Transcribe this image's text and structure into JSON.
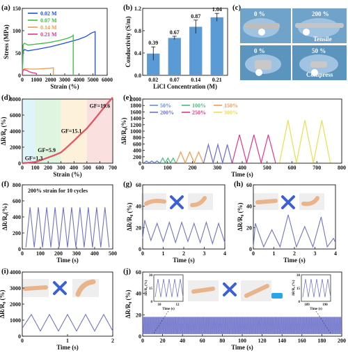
{
  "panel_labels": [
    "(a)",
    "(b)",
    "(c)",
    "(d)",
    "(e)",
    "(f)",
    "(g)",
    "(h)",
    "(i)",
    "(j)"
  ],
  "colors": {
    "blue": "#1f4fe0",
    "green": "#3cbf3c",
    "orange": "#f39a4a",
    "pink": "#e8338a",
    "bar": "#5b9bd5",
    "signal": "#6f74c9"
  },
  "chart_data": [
    {
      "id": "a",
      "type": "line",
      "xlabel": "Strain (%)",
      "ylabel": "Stress (MPa)",
      "xlim": [
        0,
        6000
      ],
      "ylim": [
        0,
        150
      ],
      "xticks": [
        0,
        1000,
        2000,
        3000,
        4000,
        5000,
        6000
      ],
      "yticks": [
        0,
        50,
        100,
        150
      ],
      "legend": "top-left",
      "series": [
        {
          "name": "0.02 M",
          "color": "#1f4fe0",
          "x": [
            0,
            60,
            150,
            400,
            1000,
            2000,
            3000,
            4000,
            4500,
            4900,
            5150,
            5150
          ],
          "y": [
            0,
            52,
            58,
            55,
            58,
            64,
            72,
            81,
            87,
            95,
            98,
            0
          ]
        },
        {
          "name": "0.07 M",
          "color": "#3cbf3c",
          "x": [
            0,
            60,
            150,
            400,
            1000,
            1800,
            2600,
            3200,
            3500,
            3600,
            3600
          ],
          "y": [
            0,
            68,
            72,
            68,
            70,
            73,
            78,
            83,
            87,
            90,
            0
          ]
        },
        {
          "name": "0.14 M",
          "color": "#f39a4a",
          "x": [
            0,
            60,
            150,
            500,
            1000,
            1500,
            2000,
            2200,
            2200
          ],
          "y": [
            0,
            13,
            15,
            14,
            14,
            15,
            16,
            17,
            0
          ]
        },
        {
          "name": "0.21 M",
          "color": "#e8338a",
          "x": [
            0,
            50,
            120,
            300,
            500,
            700,
            900,
            1000,
            1000
          ],
          "y": [
            0,
            11,
            13,
            11,
            8,
            6,
            5,
            4,
            0
          ]
        }
      ]
    },
    {
      "id": "b",
      "type": "bar",
      "xlabel": "LiCl Concentration (M)",
      "ylabel": "Conductivity (S/m)",
      "categories": [
        "0.02",
        "0.07",
        "0.14",
        "0.21"
      ],
      "values": [
        0.39,
        0.67,
        0.87,
        1.04
      ],
      "labels": [
        "0.39",
        "0.67",
        "0.87",
        "1.04"
      ],
      "errors": [
        0.12,
        0.03,
        0.12,
        0.07
      ],
      "ylim": [
        0,
        1.2
      ],
      "yticks": [
        "0.0",
        "0.4",
        "0.8",
        "1.2"
      ]
    },
    {
      "id": "d",
      "type": "line",
      "xlabel": "Strain (%)",
      "ylabel": "ΔR/R₀ (%)",
      "xlim": [
        0,
        700
      ],
      "ylim": [
        0,
        8000
      ],
      "xticks": [
        0,
        100,
        200,
        300,
        400,
        500,
        600,
        700
      ],
      "yticks": [
        0,
        2000,
        4000,
        6000,
        8000
      ],
      "regions": [
        {
          "x0": 0,
          "x1": 100,
          "color": "#dff4f9"
        },
        {
          "x0": 100,
          "x1": 300,
          "color": "#dff5df"
        },
        {
          "x0": 300,
          "x1": 500,
          "color": "#fdf1db"
        },
        {
          "x0": 500,
          "x1": 700,
          "color": "#fbe0e0"
        }
      ],
      "annotations": [
        {
          "text": "GF=1.3",
          "x": 20,
          "y": 400
        },
        {
          "text": "GF=5.9",
          "x": 120,
          "y": 1400
        },
        {
          "text": "GF=15.1",
          "x": 300,
          "y": 3800
        },
        {
          "text": "GF=19.6",
          "x": 520,
          "y": 6900
        }
      ],
      "x": [
        0,
        50,
        100,
        150,
        200,
        250,
        300,
        350,
        400,
        450,
        500,
        550,
        600,
        650,
        700
      ],
      "y": [
        0,
        70,
        150,
        420,
        700,
        1000,
        1350,
        2050,
        2800,
        3600,
        4350,
        5300,
        6300,
        7300,
        8200
      ]
    },
    {
      "id": "e",
      "type": "line",
      "xlabel": "Time (s)",
      "ylabel": "ΔR/R₀(%)",
      "xlim": [
        0,
        800
      ],
      "ylim": [
        0,
        2000
      ],
      "xticks": [
        0,
        100,
        200,
        300,
        400,
        500,
        600,
        700,
        800
      ],
      "yticks": [
        0,
        200,
        400,
        600,
        800,
        1000,
        1200,
        1400,
        1600,
        1800,
        2000
      ],
      "legend": "top",
      "series": [
        {
          "name": "50%",
          "color": "#5a8fd6",
          "start": 5,
          "period": 21,
          "cycles": 3,
          "peak": 70
        },
        {
          "name": "100%",
          "color": "#3cbf7c",
          "start": 70,
          "period": 21,
          "cycles": 3,
          "peak": 160
        },
        {
          "name": "150%",
          "color": "#f39a4a",
          "start": 135,
          "period": 36,
          "cycles": 3,
          "peak": 350
        },
        {
          "name": "200%",
          "color": "#6b6fd4",
          "start": 245,
          "period": 38,
          "cycles": 3,
          "peak": 580
        },
        {
          "name": "250%",
          "color": "#e8338a",
          "start": 360,
          "period": 58,
          "cycles": 3,
          "peak": 890
        },
        {
          "name": "300%",
          "color": "#e8e04a",
          "start": 550,
          "period": 68,
          "cycles": 3,
          "peak": 1340
        }
      ]
    },
    {
      "id": "f",
      "type": "line",
      "title": "200% strain for 10 cycles",
      "xlabel": "Time (s)",
      "ylabel": "ΔR/R₀(%)",
      "xlim": [
        0,
        500
      ],
      "ylim": [
        0,
        800
      ],
      "xticks": [
        0,
        100,
        200,
        300,
        400,
        500
      ],
      "yticks": [
        0,
        200,
        400,
        600,
        800
      ],
      "start": 20,
      "period": 46,
      "cycles": 10,
      "peak": 520,
      "base": 20
    },
    {
      "id": "g",
      "type": "line",
      "xlabel": "Time (s)",
      "ylabel": "ΔR/R₀ (%)",
      "xlim": [
        0,
        4
      ],
      "ylim": [
        0,
        60
      ],
      "xticks": [
        0,
        1,
        2,
        3,
        4
      ],
      "yticks": [
        0,
        20,
        40,
        60
      ],
      "x": [
        0,
        0.1,
        0.4,
        0.7,
        1.0,
        1.3,
        1.6,
        1.9,
        2.2,
        2.5,
        2.8,
        3.1,
        3.4,
        3.7,
        4.0
      ],
      "y": [
        10,
        27,
        8,
        24,
        7,
        25,
        6,
        25,
        7,
        24,
        6,
        25,
        5,
        24,
        6
      ]
    },
    {
      "id": "h",
      "type": "line",
      "xlabel": "Time (s)",
      "ylabel": "ΔR/R₀ (%)",
      "xlim": [
        0,
        4
      ],
      "ylim": [
        0,
        60
      ],
      "xticks": [
        0,
        1,
        2,
        3,
        4
      ],
      "yticks": [
        0,
        20,
        40,
        60
      ],
      "x": [
        0,
        0.1,
        0.5,
        0.9,
        1.3,
        1.7,
        2.1,
        2.5,
        2.9,
        3.3,
        3.6,
        3.9,
        4.0
      ],
      "y": [
        2,
        24,
        2,
        18,
        2,
        32,
        2,
        21,
        2,
        30,
        2,
        10,
        6
      ]
    },
    {
      "id": "i",
      "type": "line",
      "xlabel": "Time (s)",
      "ylabel": "ΔR/R₀ (%)",
      "xlim": [
        0,
        2
      ],
      "ylim": [
        0,
        4000
      ],
      "xticks": [
        0,
        1,
        2
      ],
      "yticks": [
        0,
        1000,
        2000,
        3000,
        4000
      ],
      "x": [
        0,
        0.0,
        0.2,
        0.4,
        0.6,
        0.8,
        1.0,
        1.2,
        1.4,
        1.6,
        1.8,
        2.0
      ],
      "y": [
        500,
        500,
        1350,
        320,
        1350,
        320,
        1350,
        320,
        1350,
        320,
        1350,
        320
      ]
    },
    {
      "id": "j",
      "type": "line",
      "xlabel": "Time (s)",
      "ylabel": "ΔR/R₀ (%)",
      "xlim": [
        0,
        200
      ],
      "ylim": [
        0,
        60
      ],
      "xticks": [
        0,
        20,
        40,
        60,
        80,
        100,
        120,
        140,
        160,
        180,
        200
      ],
      "yticks": [
        0,
        20,
        40,
        60
      ],
      "period": 0.45,
      "peak": 18,
      "base": 2,
      "insets": [
        {
          "position": "left",
          "xlabel": "Time (s)",
          "ylabel": "ΔR/R₀ (%)",
          "ytick_labels": [
            "0",
            "15",
            "30"
          ],
          "xtick_labels": [
            "10",
            "12"
          ]
        },
        {
          "position": "right",
          "xlabel": "Time (s)",
          "ylabel": "ΔR/R₀ (%)",
          "ytick_labels": [
            "0",
            "15",
            "30"
          ],
          "xtick_labels": [
            "189",
            "190"
          ]
        }
      ]
    }
  ],
  "photos": {
    "c": {
      "labels": [
        "0 %",
        "200 %",
        "0 %",
        "50 %"
      ],
      "captions": [
        "Tensile",
        "Compress"
      ]
    }
  }
}
